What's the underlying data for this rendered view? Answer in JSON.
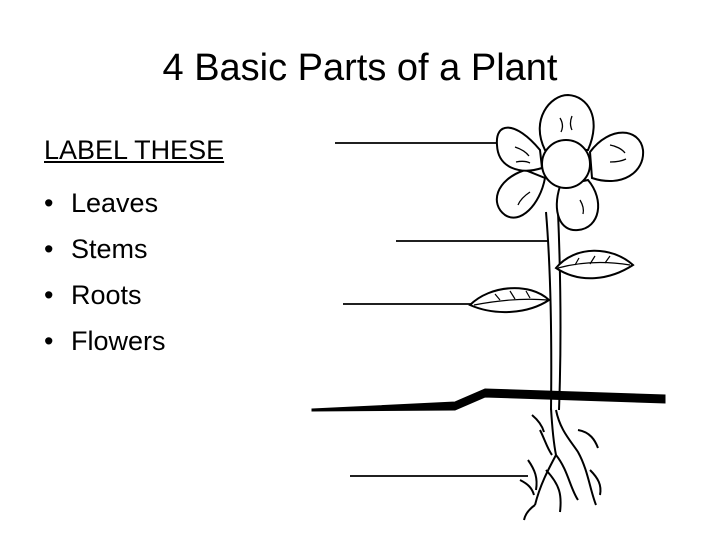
{
  "slide": {
    "title": "4 Basic Parts of a Plant",
    "list_heading": "LABEL THESE",
    "bullet_char": "•",
    "items": [
      "Leaves",
      "Stems",
      "Roots",
      "Flowers"
    ]
  }
}
